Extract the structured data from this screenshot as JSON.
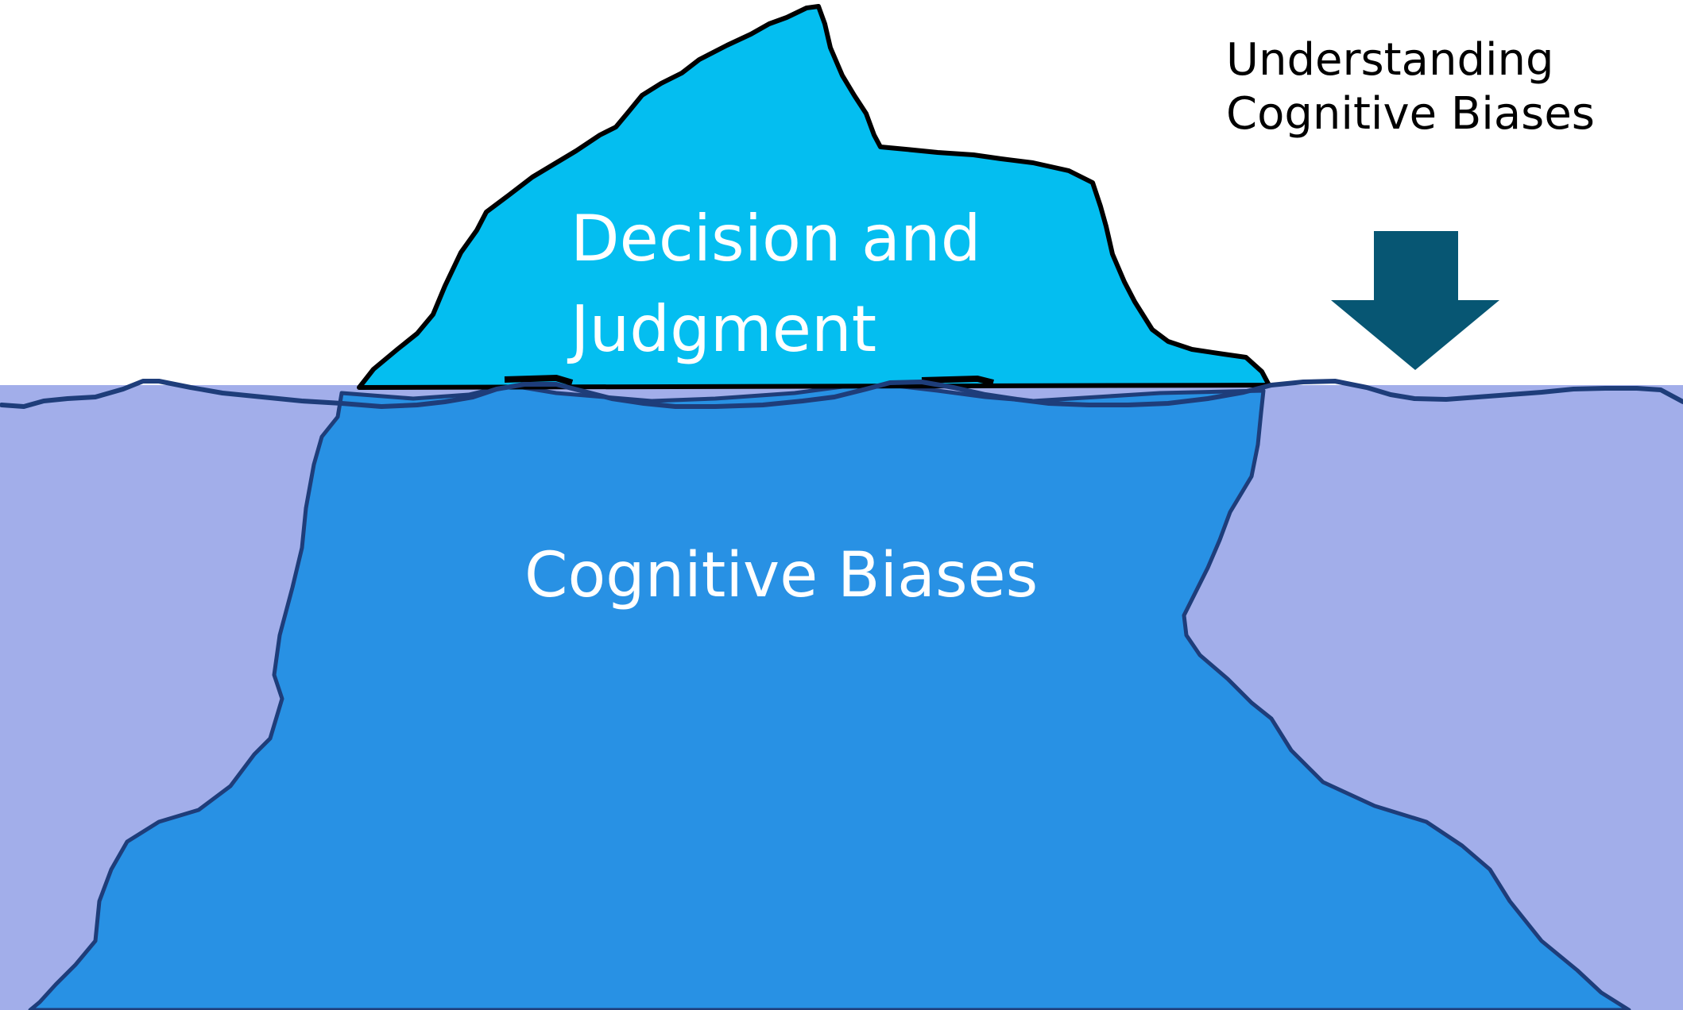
{
  "diagram": {
    "tip_label": {
      "line1": "Decision and",
      "line2": "Judgment"
    },
    "submerged_label": "Cognitive Biases",
    "callout": {
      "line1": "Understanding",
      "line2": "Cognitive Biases"
    }
  },
  "colors": {
    "tip_fill": "#04BEF0",
    "submerged_fill": "#2891E4",
    "water_fill": "#A2AEEA",
    "waterline_stroke": "#1E3D7A",
    "outline_stroke": "#000000",
    "arrow_fill": "#075673"
  },
  "icons": {
    "arrow": "arrow-down-icon"
  }
}
